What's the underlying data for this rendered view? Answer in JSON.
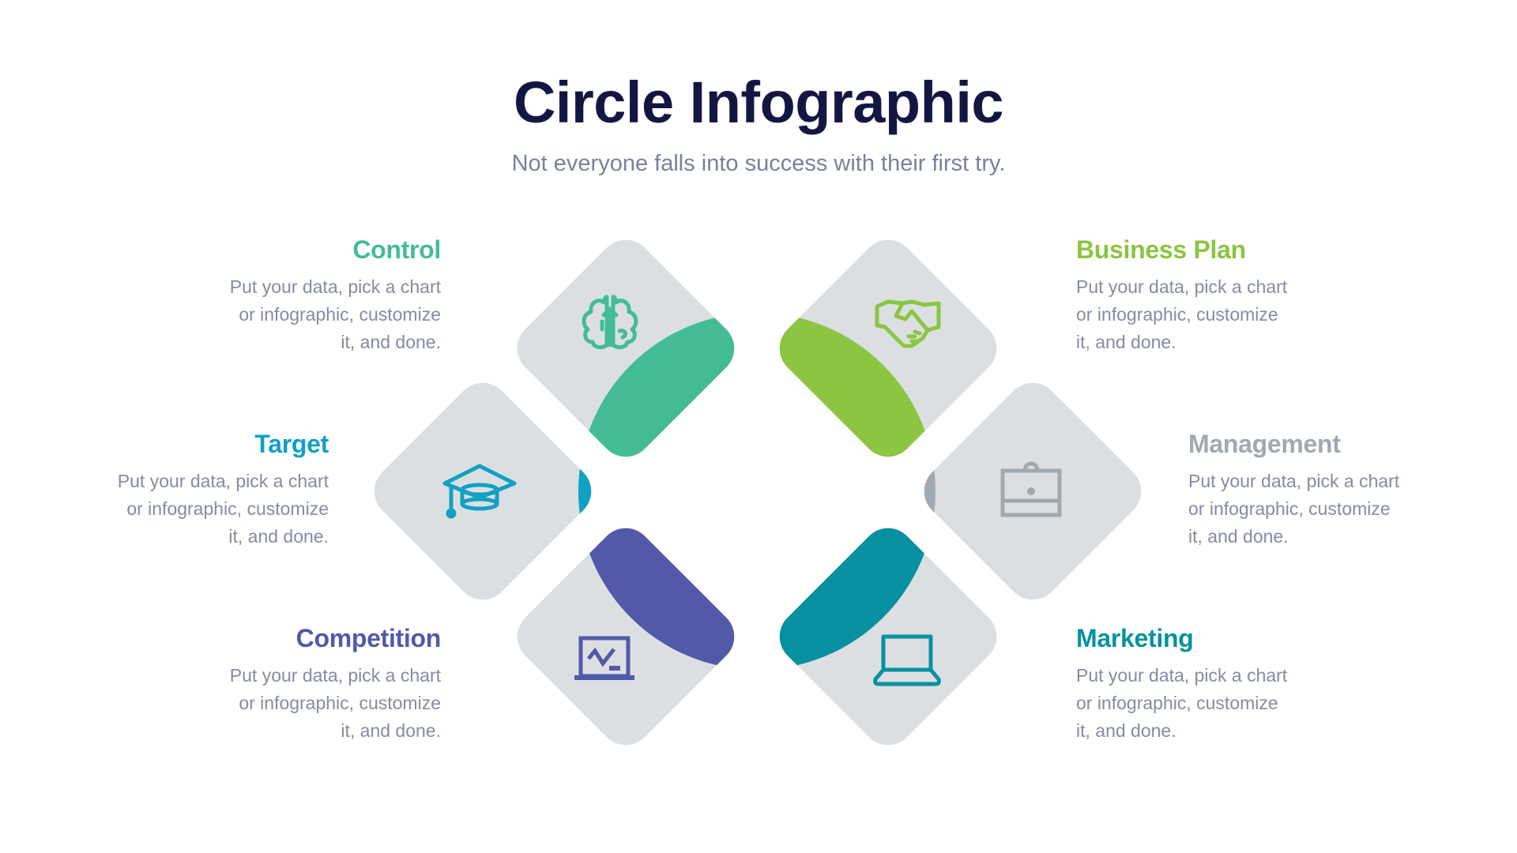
{
  "header": {
    "title": "Circle Infographic",
    "subtitle": "Not everyone falls into success with their first try."
  },
  "colors": {
    "title": "#141642",
    "body_text": "#868BA0",
    "diamond_bg": "#DCDFE2"
  },
  "items": [
    {
      "id": "control",
      "title": "Control",
      "color": "#43BC96",
      "icon": "brain-icon",
      "body_lines": [
        "Put your data, pick a chart",
        "or infographic, customize",
        "it, and done."
      ]
    },
    {
      "id": "business-plan",
      "title": "Business Plan",
      "color": "#8BC541",
      "icon": "handshake-icon",
      "body_lines": [
        "Put your data, pick a chart",
        "or infographic, customize",
        "it, and done."
      ]
    },
    {
      "id": "target",
      "title": "Target",
      "color": "#12A0C3",
      "icon": "graduation-cap-icon",
      "body_lines": [
        "Put your data, pick a chart",
        "or infographic, customize",
        "it, and done."
      ]
    },
    {
      "id": "management",
      "title": "Management",
      "color": "#A0A8B0",
      "icon": "briefcase-icon",
      "body_lines": [
        "Put your data, pick a chart",
        "or infographic, customize",
        "it, and done."
      ]
    },
    {
      "id": "competition",
      "title": "Competition",
      "color": "#5159A8",
      "icon": "presentation-board-icon",
      "body_lines": [
        "Put your data, pick a chart",
        "or infographic, customize",
        "it, and done."
      ]
    },
    {
      "id": "marketing",
      "title": "Marketing",
      "color": "#0791A0",
      "icon": "laptop-icon",
      "body_lines": [
        "Put your data, pick a chart",
        "or infographic, customize",
        "it, and done."
      ]
    }
  ]
}
